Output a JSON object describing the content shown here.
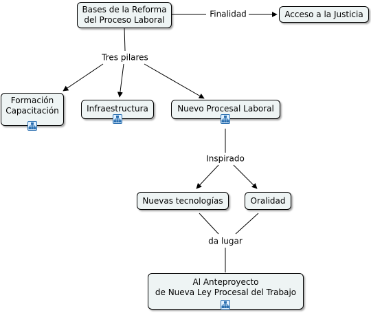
{
  "nodes": {
    "bases": {
      "line1": "Bases de la Reforma",
      "line2": "del Proceso Laboral"
    },
    "acceso": {
      "label": "Acceso a la Justicia"
    },
    "formacion": {
      "line1": "Formación",
      "line2": "Capacitación"
    },
    "infraestructura": {
      "label": "Infraestructura"
    },
    "nuevo_procesal": {
      "label": "Nuevo Procesal Laboral"
    },
    "nuevas_tecnologias": {
      "label": "Nuevas tecnologías"
    },
    "oralidad": {
      "label": "Oralidad"
    },
    "anteproyecto": {
      "line1": "Al Anteproyecto",
      "line2": "de Nueva Ley Procesal del Trabajo"
    }
  },
  "linking_phrases": {
    "finalidad": "Finalidad",
    "tres_pilares": "Tres pilares",
    "inspirado": "Inspirado",
    "da_lugar": "da lugar"
  },
  "icons": {
    "submap": "submap-icon"
  },
  "colors": {
    "node_fill": "#eef4f4",
    "line": "#000000",
    "icon_blue": "#2a6fb0"
  }
}
